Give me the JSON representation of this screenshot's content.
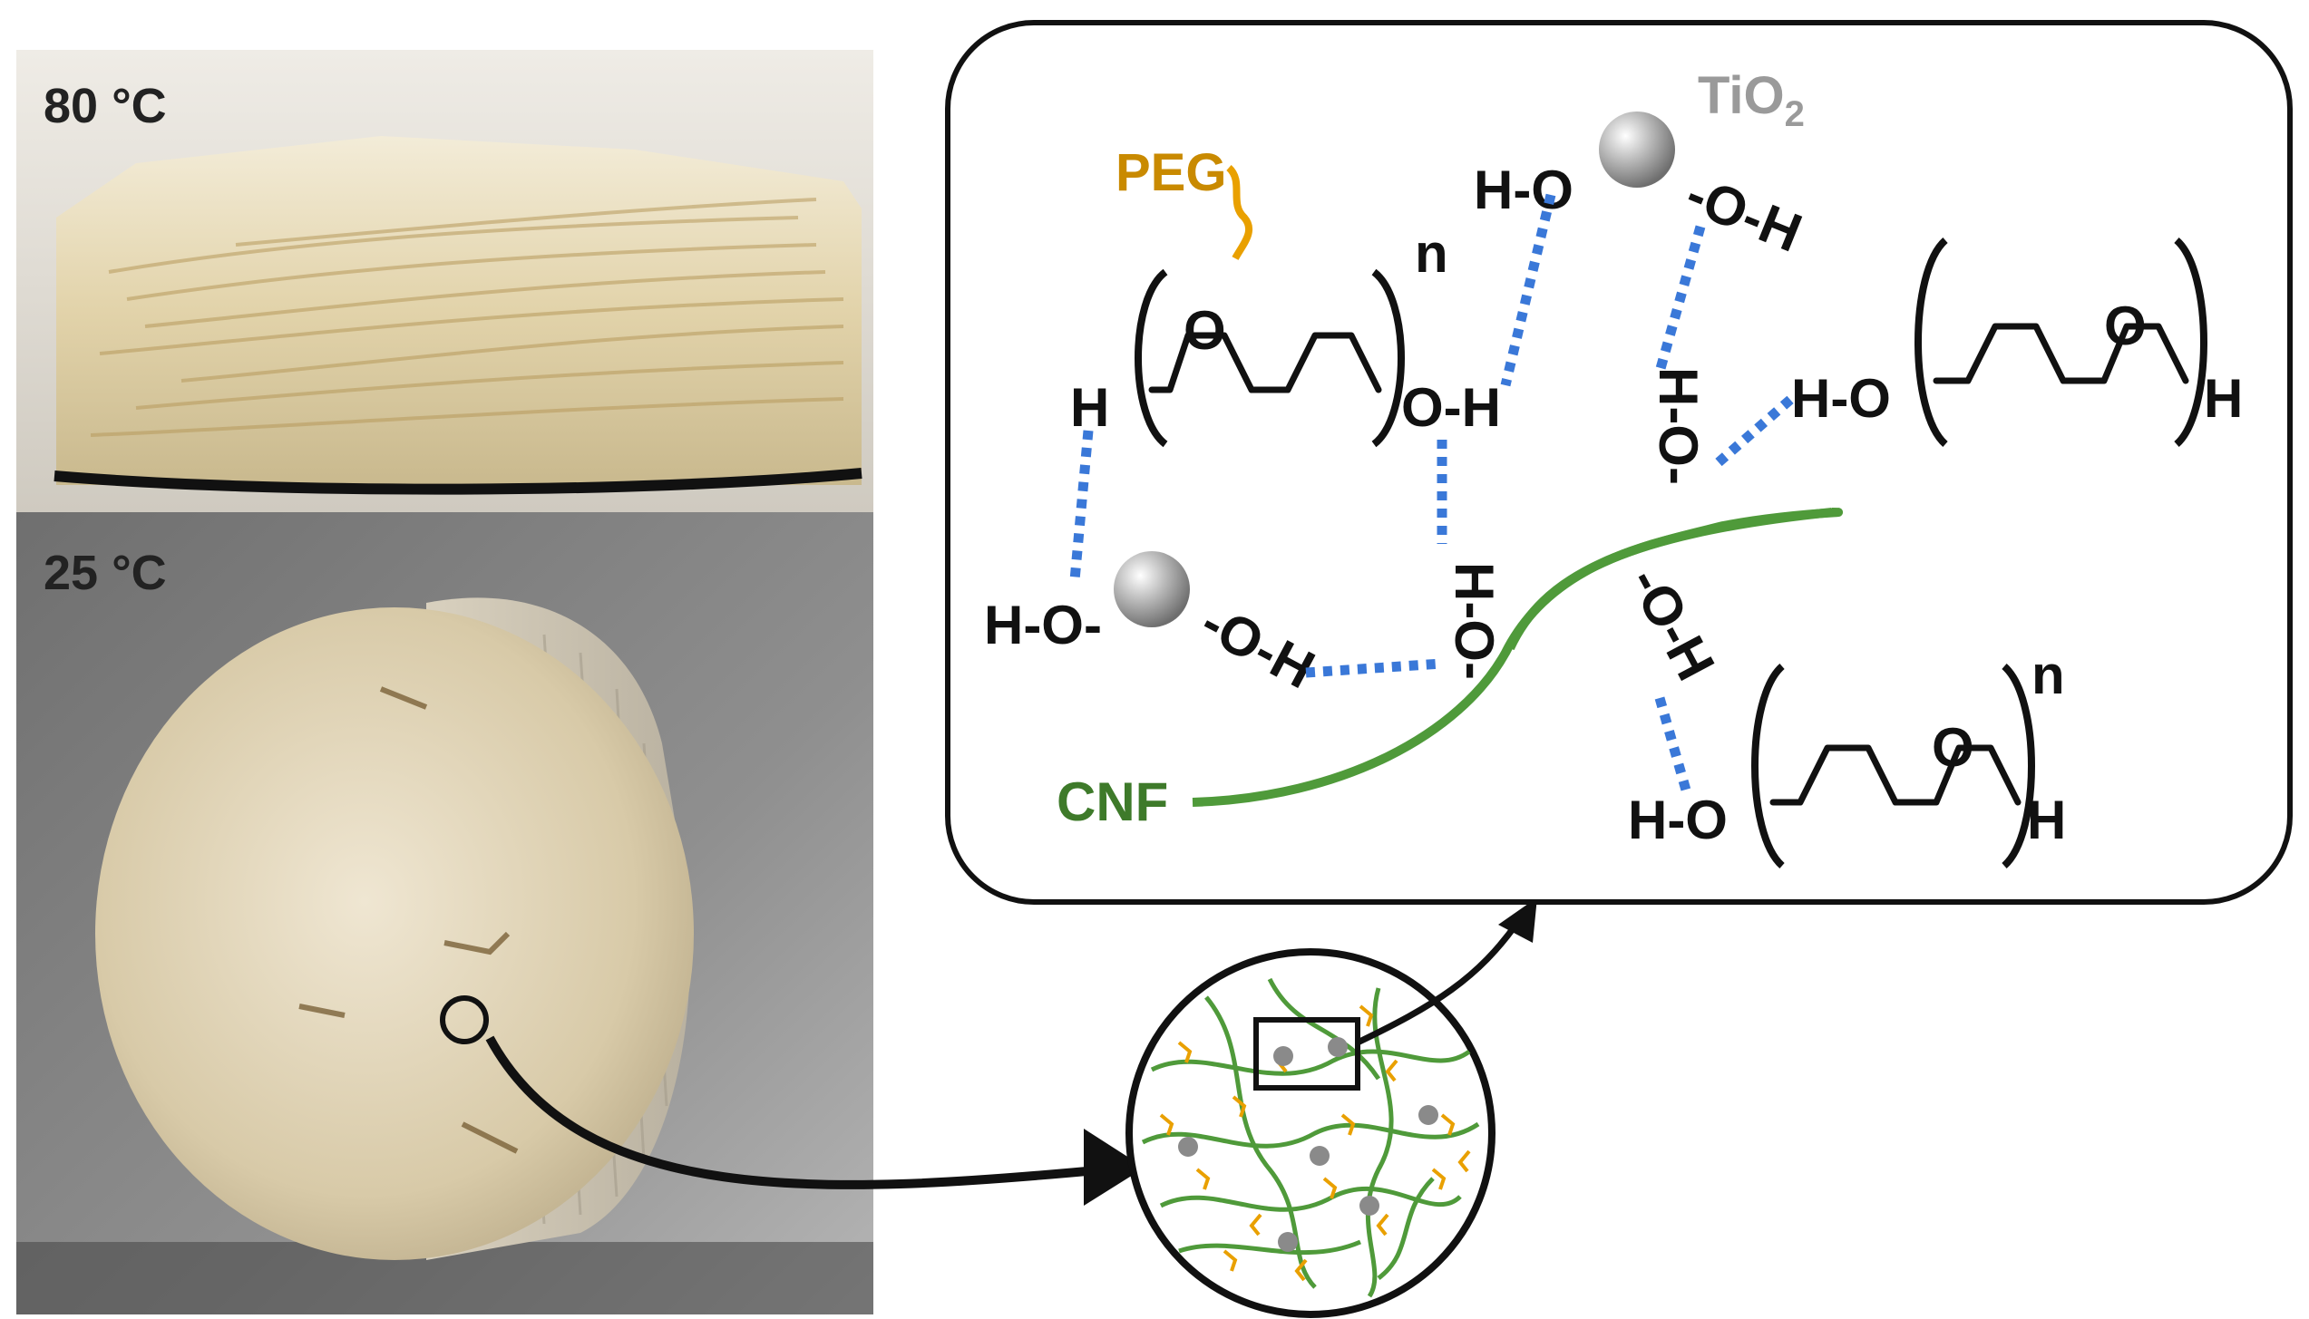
{
  "photos": {
    "top_label": "80 °C",
    "bottom_label": "25 °C"
  },
  "labels": {
    "peg": "PEG",
    "tio2": "TiO",
    "tio2_sub": "2",
    "cnf": "CNF"
  },
  "chem": {
    "H": "H",
    "O": "O",
    "OH": "O-H",
    "HO": "H-O",
    "n": "n",
    "H_O_dash": "H-O-",
    "O_H": "-O-H"
  },
  "colors": {
    "peg": "#e9a000",
    "cnf": "#4f9a3a",
    "hbond": "#3a78d8",
    "tio2": "#9a9a9a"
  }
}
